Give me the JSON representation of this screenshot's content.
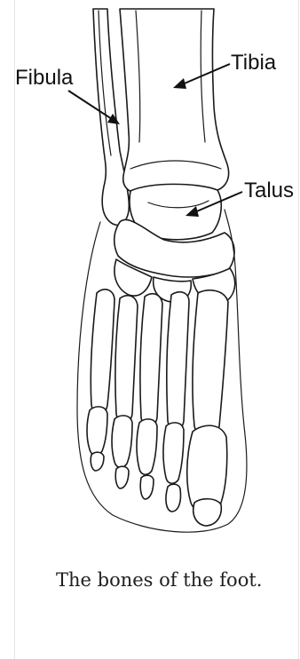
{
  "figure": {
    "labels": {
      "fibula": "Fibula",
      "tibia": "Tibia",
      "talus": "Talus"
    },
    "caption": "The bones of the foot."
  },
  "colors": {
    "ink": "#1a1a1a",
    "background": "#ffffff",
    "border": "#e6e6e6"
  }
}
